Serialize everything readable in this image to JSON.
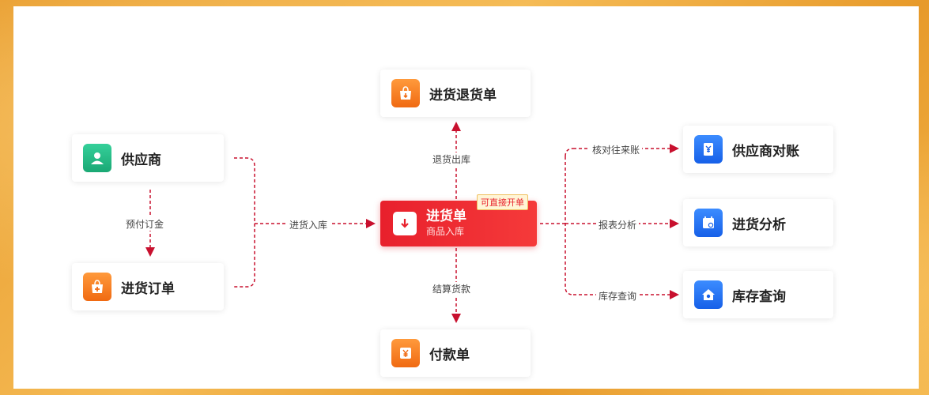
{
  "nodes": {
    "supplier": "供应商",
    "purchase_order": "进货订单",
    "purchase_return": "进货退货单",
    "purchase_receipt": {
      "title": "进货单",
      "subtitle": "商品入库",
      "badge": "可直接开单"
    },
    "payment": "付款单",
    "supplier_reconcile": "供应商对账",
    "purchase_analysis": "进货分析",
    "stock_query": "库存查询"
  },
  "edges": {
    "deposit": "预付订金",
    "inbound": "进货入库",
    "return_out": "退货出库",
    "settle": "结算货款",
    "reconcile": "核对往来账",
    "report": "报表分析",
    "stock": "库存查询"
  },
  "colors": {
    "accent_red": "#e8202c",
    "dash_red": "#c8102e",
    "icon_green": "#1aa874",
    "icon_orange": "#f06a12",
    "icon_blue": "#1660e8",
    "frame": "#f0ac3a"
  },
  "icons": {
    "supplier": "person-icon",
    "purchase_order": "bag-plus-icon",
    "purchase_return": "bag-icon",
    "purchase_receipt": "download-icon",
    "payment": "yen-icon",
    "supplier_reconcile": "yen-doc-icon",
    "purchase_analysis": "calendar-chart-icon",
    "stock_query": "house-icon"
  }
}
